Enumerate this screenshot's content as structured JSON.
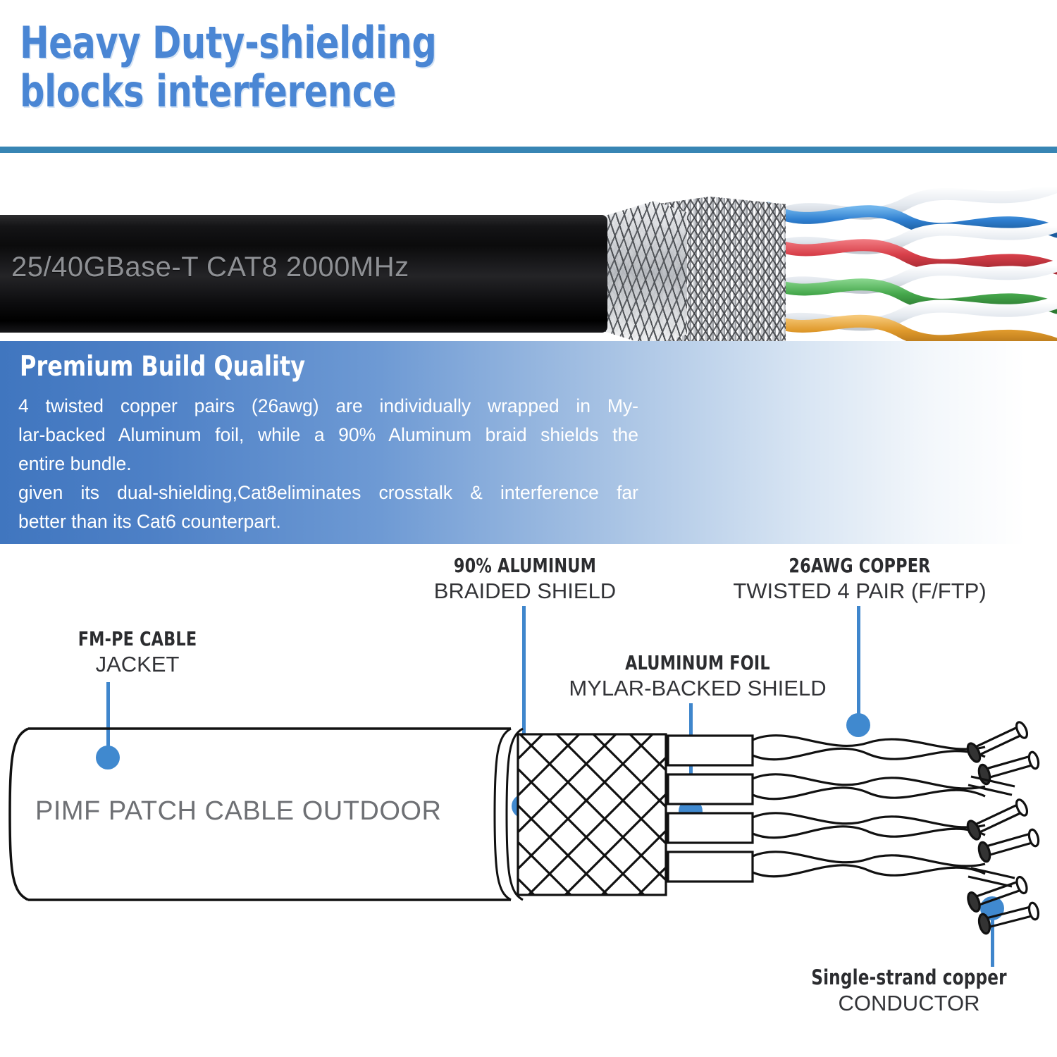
{
  "header": {
    "title": "Heavy Duty-shielding\nblocks  interference",
    "title_color": "#4a86d4",
    "divider_color": "#3885b4"
  },
  "photo": {
    "jacket_print": "25/40GBase-T  CAT8  2000MHz",
    "jacket_print_color": "#8e9094",
    "jacket_color": "#0b0b0c",
    "braid_label": "braided-shield",
    "pairs": [
      {
        "name": "blue-white-pair",
        "color": "#2f7fd0",
        "mate": "#e9eef4"
      },
      {
        "name": "red-white-pair",
        "color": "#d8404a",
        "mate": "#f2e9e2"
      },
      {
        "name": "green-white-pair",
        "color": "#46a84c",
        "mate": "#e9f3ea"
      },
      {
        "name": "orange-white-pair",
        "color": "#e09a2c",
        "mate": "#f6ead3"
      }
    ]
  },
  "panel": {
    "heading": "Premium Build Quality",
    "paragraph_1_line_1": "4 twisted copper pairs (26awg) are individually wrapped in My-",
    "paragraph_1_line_2": "lar-backed Aluminum foil, while a 90% Aluminum braid shields the",
    "paragraph_1_line_3": "entire bundle.",
    "paragraph_2_line_1": "given its dual-shielding,Cat8eliminates crosstalk & interference far",
    "paragraph_2_line_2": "better than its Cat6 counterpart.",
    "bg_start": "#4076bf",
    "bg_end": "#ffffff",
    "text_color": "#ffffff"
  },
  "diagram": {
    "accent_color": "#4089cf",
    "jacket_print": "PIMF  PATCH  CABLE  OUTDOOR",
    "jacket_print_color": "#6e7074",
    "callouts": [
      {
        "name": "fm-pe-cable-jacket",
        "line1": "FM-PE CABLE",
        "line2": "JACKET"
      },
      {
        "name": "aluminum-braided-shield",
        "line1": "90% ALUMINUM",
        "line2": "BRAIDED SHIELD"
      },
      {
        "name": "copper-twisted-pairs",
        "line1": "26AWG COPPER",
        "line2": "TWISTED 4 PAIR (F/FTP)"
      },
      {
        "name": "aluminum-foil-shield",
        "line1": "ALUMINUM FOIL",
        "line2": "MYLAR-BACKED SHIELD"
      },
      {
        "name": "single-strand-conductor",
        "line1": "Single-strand copper",
        "line2": "CONDUCTOR"
      }
    ]
  }
}
